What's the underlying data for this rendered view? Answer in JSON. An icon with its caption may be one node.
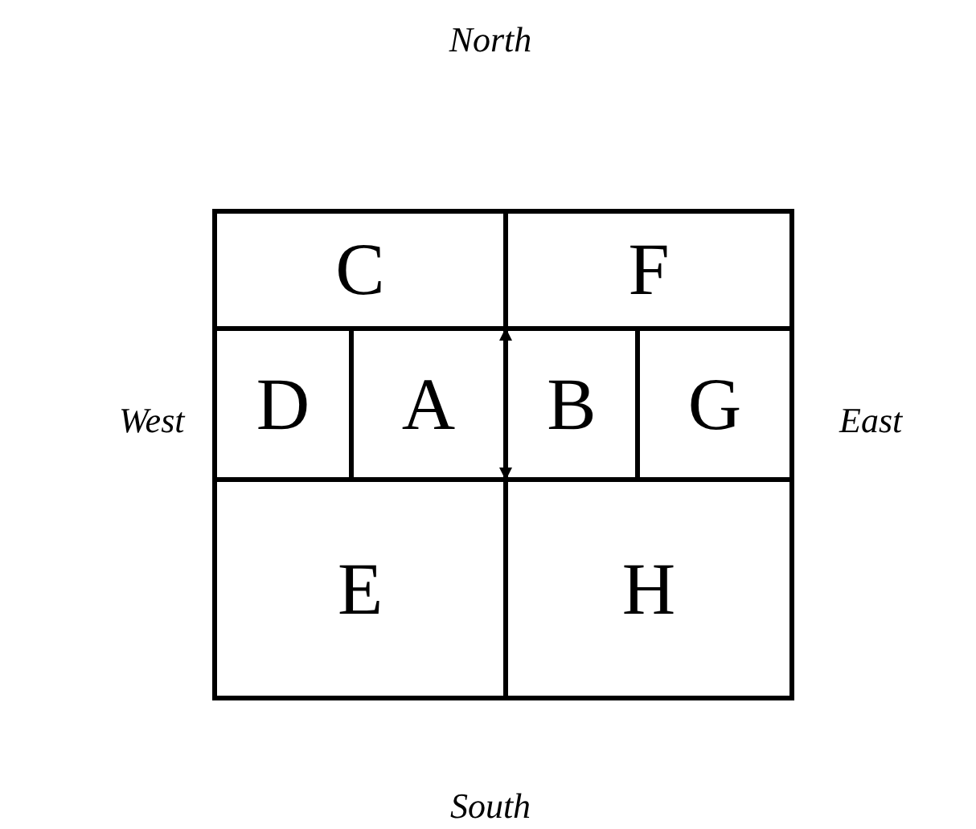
{
  "diagram": {
    "nodes": [
      {
        "text": [
          "C"
        ]
      },
      {
        "text": [
          "F"
        ]
      },
      {
        "text": [
          "D"
        ]
      },
      {
        "text": [
          "A"
        ]
      },
      {
        "text": [
          "B"
        ]
      },
      {
        "text": [
          "G"
        ]
      },
      {
        "text": [
          "E"
        ]
      },
      {
        "text": [
          "H"
        ]
      }
    ],
    "edges": [
      {
        "from": 0,
        "to": 6,
        "arrow": "both"
      }
    ],
    "labels": [
      "North",
      "West",
      "East",
      "South"
    ]
  }
}
